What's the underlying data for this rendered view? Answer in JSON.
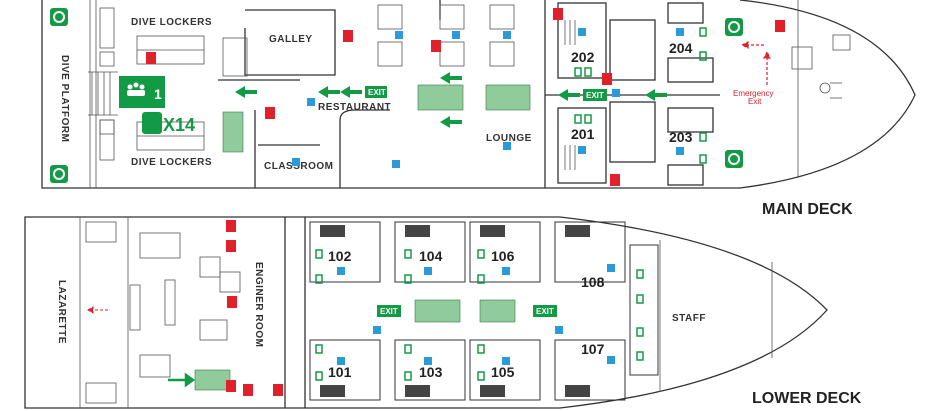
{
  "main_deck": {
    "title": "MAIN DECK",
    "areas": {
      "dive_platform": "DIVE PLATFORM",
      "dive_lockers_top": "DIVE LOCKERS",
      "dive_lockers_bottom": "DIVE LOCKERS",
      "galley": "GALLEY",
      "restaurant": "RESTAURANT",
      "lounge": "LOUNGE",
      "classroom": "CLASSROOM"
    },
    "cabins": [
      "202",
      "204",
      "201",
      "203"
    ],
    "muster_point_number": "1",
    "life_jacket_count": "X14",
    "exit_labels": [
      "EXIT",
      "EXIT"
    ],
    "emergency_exit": [
      "Emergency",
      "Exit"
    ]
  },
  "lower_deck": {
    "title": "LOWER DECK",
    "areas": {
      "lazarette": "LAZARETTE",
      "engine_room": "ENGINER ROOM",
      "staff": "STAFF"
    },
    "cabins": [
      "102",
      "104",
      "106",
      "108",
      "101",
      "103",
      "105",
      "107"
    ],
    "exit_labels": [
      "EXIT",
      "EXIT"
    ]
  },
  "colors": {
    "safety_green": "#139a45",
    "fire_red": "#e0202a",
    "info_blue": "#2a9ad8",
    "stair_green": "#8fcb9b"
  }
}
